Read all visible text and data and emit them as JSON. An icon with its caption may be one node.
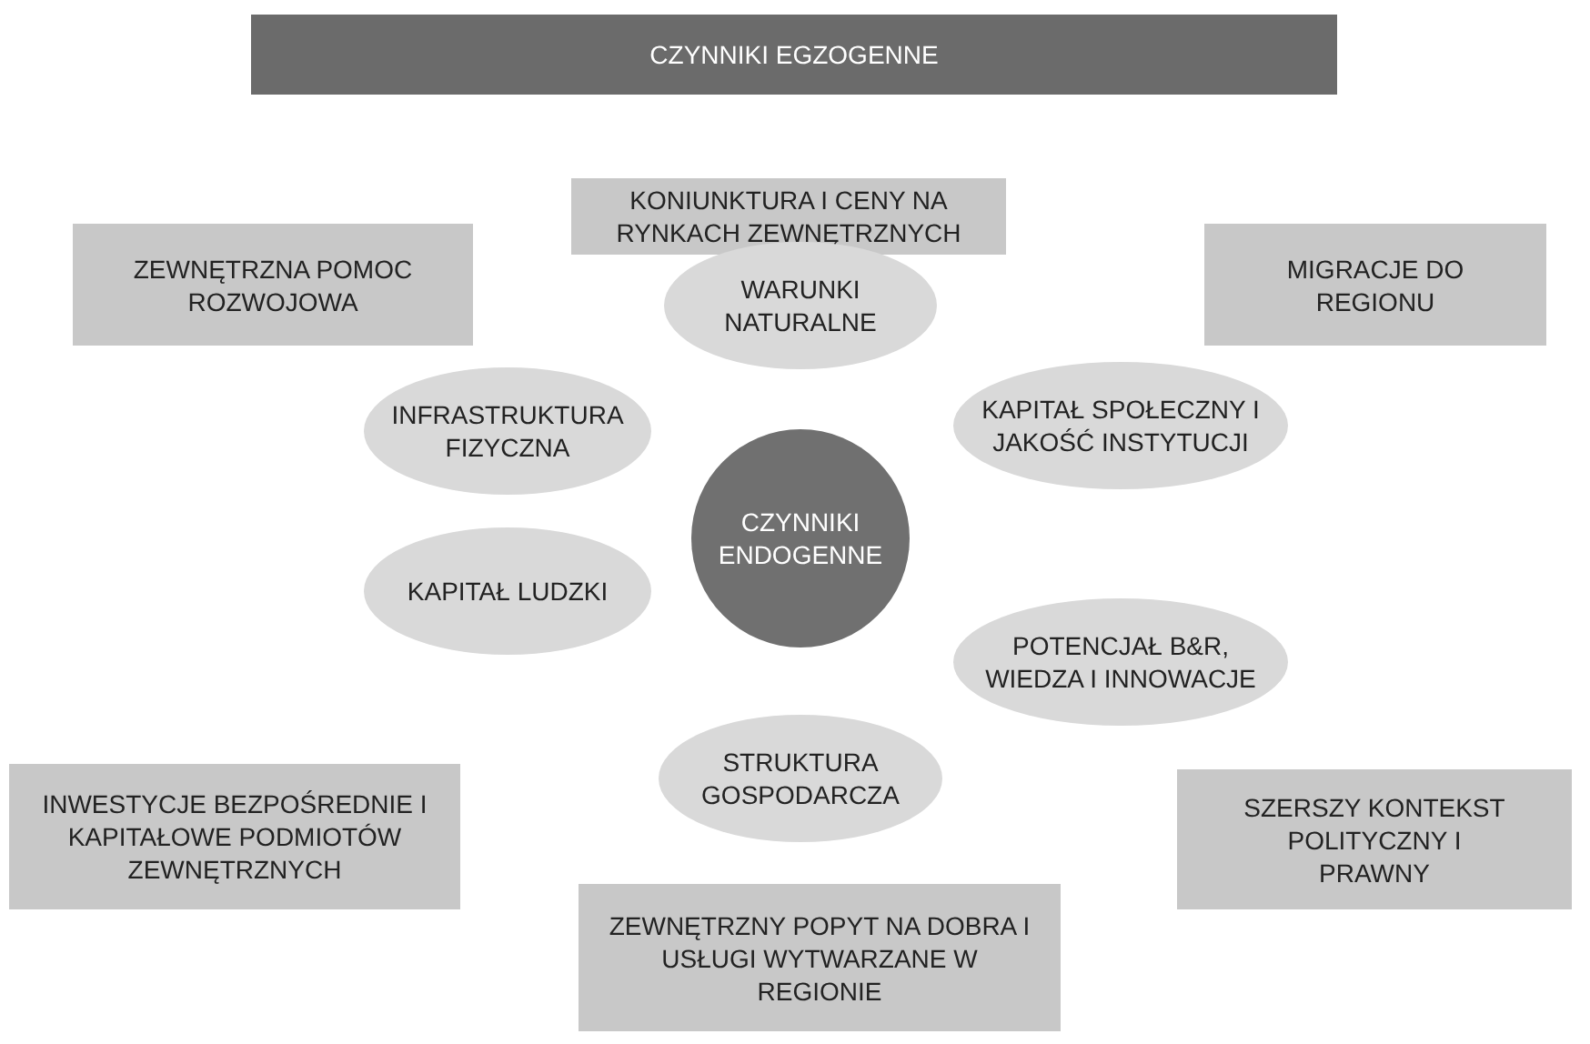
{
  "diagram": {
    "nodes": [
      {
        "text": [
          "CZYNNIKI EGZOGENNE"
        ]
      },
      {
        "text": [
          "KONIUNKTURA I CENY NA RYNKACH ZEWNĘTRZNYCH"
        ]
      },
      {
        "text": [
          "ZEWNĘTRZNA POMOC ROZWOJOWA"
        ]
      },
      {
        "text": [
          "MIGRACJE DO REGIONU"
        ]
      },
      {
        "text": [
          "WARUNKI NATURALNE"
        ]
      },
      {
        "text": [
          "INFRASTRUKTURA FIZYCZNA"
        ]
      },
      {
        "text": [
          "KAPITAŁ SPOŁECZNY I JAKOŚĆ INSTYTUCJI"
        ]
      },
      {
        "text": [
          "CZYNNIKI ENDOGENNE"
        ]
      },
      {
        "text": [
          "KAPITAŁ LUDZKI"
        ]
      },
      {
        "text": [
          "POTENCJAŁ B&R, WIEDZA I INNOWACJE"
        ]
      },
      {
        "text": [
          "STRUKTURA GOSPODARCZA"
        ]
      },
      {
        "text": [
          "INWESTYCJE BEZPOŚREDNIE I KAPITAŁOWE PODMIOTÓW ZEWNĘTRZNYCH"
        ]
      },
      {
        "text": [
          "SZERSZY KONTEKST POLITYCZNY I PRAWNY"
        ]
      },
      {
        "text": [
          "ZEWNĘTRZNY POPYT NA DOBRA I USŁUGI WYTWARZANE W REGIONIE"
        ]
      }
    ],
    "edges": []
  }
}
